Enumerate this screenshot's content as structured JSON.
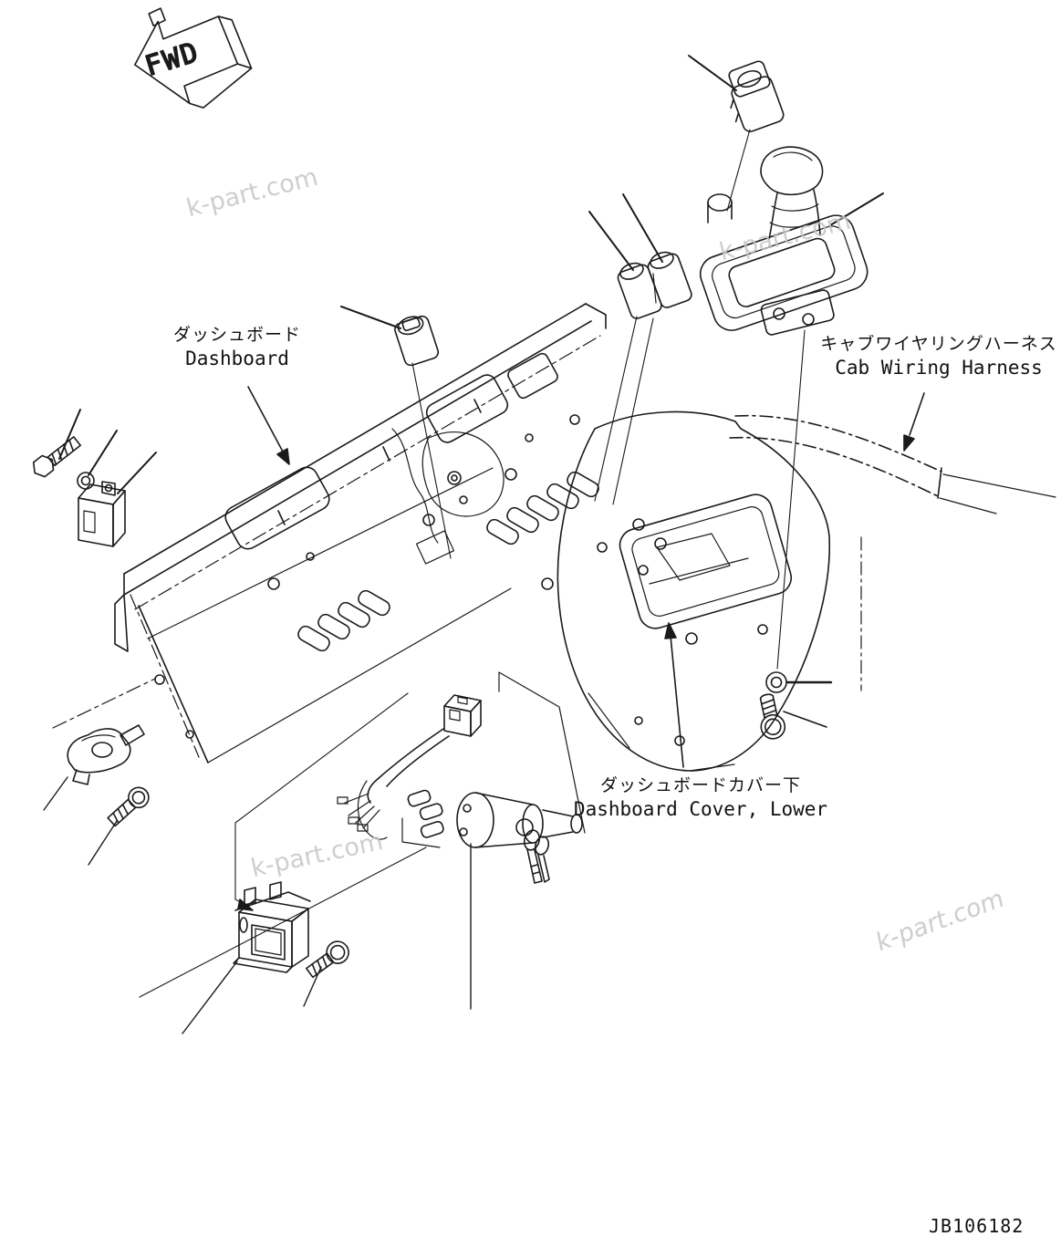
{
  "page": {
    "background_color": "#ffffff",
    "line_color": "#1a1a1a",
    "watermark_color": "#c6c6c6"
  },
  "direction_indicator": {
    "label": "FWD"
  },
  "labels": {
    "dashboard": {
      "ja": "ダッシュボード",
      "en": "Dashboard"
    },
    "cab_wiring_harness": {
      "ja": "キャブワイヤリングハーネス",
      "en": "Cab Wiring Harness"
    },
    "dashboard_cover_lower": {
      "ja": "ダッシュボードカバー下",
      "en": "Dashboard Cover, Lower"
    }
  },
  "watermark": {
    "text": "k-part.com"
  },
  "footer": {
    "drawing_number": "JB106182"
  }
}
